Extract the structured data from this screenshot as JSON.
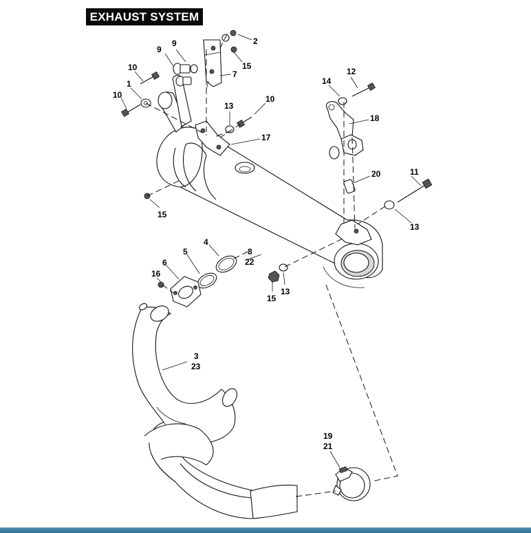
{
  "title": "EXHAUST SYSTEM",
  "callouts": [
    {
      "id": "c2",
      "text": "2"
    },
    {
      "id": "c9a",
      "text": "9"
    },
    {
      "id": "c9b",
      "text": "9"
    },
    {
      "id": "c15a",
      "text": "15"
    },
    {
      "id": "c10a",
      "text": "10"
    },
    {
      "id": "c7",
      "text": "7"
    },
    {
      "id": "c1",
      "text": "1"
    },
    {
      "id": "c10b",
      "text": "10"
    },
    {
      "id": "c12",
      "text": "12"
    },
    {
      "id": "c14",
      "text": "14"
    },
    {
      "id": "c13a",
      "text": "13"
    },
    {
      "id": "c10c",
      "text": "10"
    },
    {
      "id": "c18",
      "text": "18"
    },
    {
      "id": "c17",
      "text": "17"
    },
    {
      "id": "c20",
      "text": "20"
    },
    {
      "id": "c11",
      "text": "11"
    },
    {
      "id": "c15b",
      "text": "15"
    },
    {
      "id": "c13b",
      "text": "13"
    },
    {
      "id": "c4",
      "text": "4"
    },
    {
      "id": "c5",
      "text": "5"
    },
    {
      "id": "c8",
      "text": "8"
    },
    {
      "id": "c22",
      "text": "22"
    },
    {
      "id": "c6",
      "text": "6"
    },
    {
      "id": "c16",
      "text": "16"
    },
    {
      "id": "c15c",
      "text": "15"
    },
    {
      "id": "c13c",
      "text": "13"
    },
    {
      "id": "c3",
      "text": "3"
    },
    {
      "id": "c23",
      "text": "23"
    },
    {
      "id": "c19",
      "text": "19"
    },
    {
      "id": "c21",
      "text": "21"
    }
  ]
}
